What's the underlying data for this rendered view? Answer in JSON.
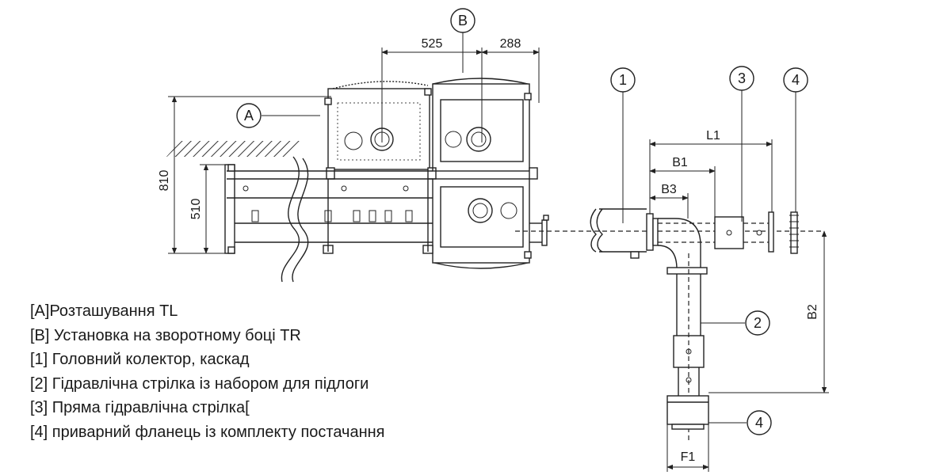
{
  "callouts": {
    "A": "A",
    "B": "B",
    "n1": "1",
    "n2": "2",
    "n3": "3",
    "n4_top": "4",
    "n4_bottom": "4"
  },
  "dimensions": {
    "d525": "525",
    "d288": "288",
    "d810": "810",
    "d510": "510",
    "L1": "L1",
    "B1": "B1",
    "B3": "B3",
    "B2": "B2",
    "F1": "F1"
  },
  "legend": [
    "[A]Розташування TL",
    "[B] Установка на зворотному боці TR",
    "[1] Головний колектор, каскад",
    "[2] Гідравлічна стрілка із набором для підлоги",
    "[3] Пряма гідравлічна стрілка[",
    "[4] приварний фланець із комплекту постачання"
  ]
}
